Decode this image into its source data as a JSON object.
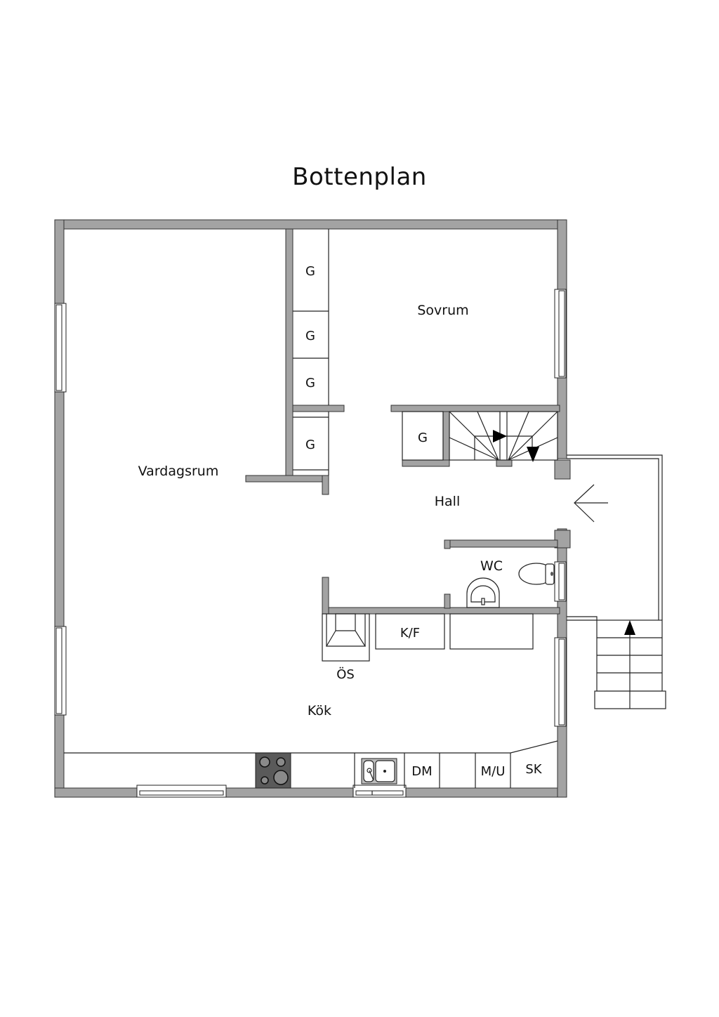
{
  "title": "Bottenplan",
  "rooms": {
    "vardagsrum": "Vardagsrum",
    "sovrum": "Sovrum",
    "hall": "Hall",
    "wc": "WC",
    "kok": "Kök"
  },
  "fixtures": {
    "closet_1": "G",
    "closet_2": "G",
    "closet_3": "G",
    "closet_4": "G",
    "closet_5": "G",
    "fridge_freezer": "K/F",
    "fireplace": "ÖS",
    "dishwasher": "DM",
    "microwave_oven": "M/U",
    "cabinet": "SK"
  },
  "colors": {
    "wall": "#a3a3a3",
    "line": "#222222",
    "background": "#ffffff",
    "stove": "#5a5a5a"
  }
}
